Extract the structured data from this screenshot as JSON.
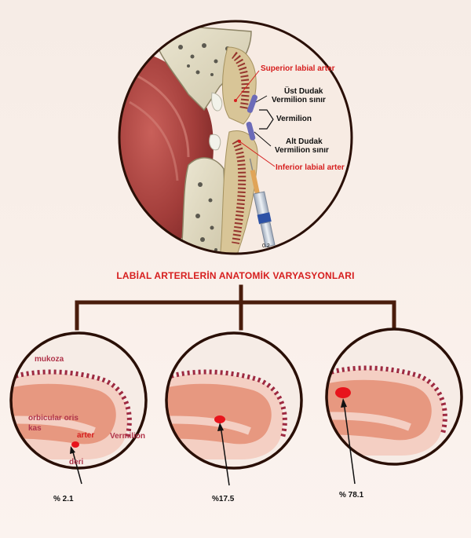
{
  "top_figure": {
    "labels": {
      "superior_labial_artery": "Superior labial arter",
      "upper_lip_vermilion_border_line1": "Üst Dudak",
      "upper_lip_vermilion_border_line2": "Vermilion sınır",
      "vermilion": "Vermilion",
      "lower_lip_vermilion_border_line1": "Alt Dudak",
      "lower_lip_vermilion_border_line2": "Vermilion sınır",
      "inferior_labial_artery": "Inferior labial arter",
      "syringe_mark": "0.2"
    }
  },
  "title": "LABİAL ARTERLERİN ANATOMİK VARYASYONLARI",
  "variations": {
    "first": {
      "labels": {
        "mukoza": "mukoza",
        "orbicular_line1": "orbicular oris",
        "orbicular_line2": "kas",
        "arter": "arter",
        "vermilion": "Vermilion",
        "deri": "deri"
      },
      "percent": "% 2.1"
    },
    "second": {
      "percent": "%17.5"
    },
    "third": {
      "percent": "% 78.1"
    }
  },
  "colors": {
    "label_red": "#d61e1e",
    "label_pink": "#b0344a",
    "connector_brown": "#4a1d0c",
    "artery_red": "#e8141c"
  }
}
